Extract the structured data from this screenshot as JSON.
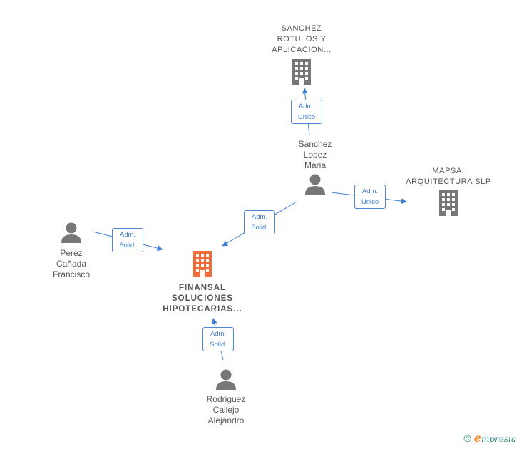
{
  "colors": {
    "edge": "#3f7fd0",
    "node_icon": "#777777",
    "main_icon": "#f26b3a",
    "text": "#555555",
    "brand": "#2a8a7a"
  },
  "nodes": {
    "sanchez_rotulos": {
      "name": "SANCHEZ\nROTULOS Y\nAPLICACION...",
      "type": "company"
    },
    "sanchez_lopez": {
      "name": "Sanchez\nLopez\nMaria",
      "type": "person"
    },
    "mapsai": {
      "name": "MAPSAI\nARQUITECTURA SLP",
      "type": "company"
    },
    "perez_canada": {
      "name": "Perez\nCañada\nFrancisco",
      "type": "person"
    },
    "finansal": {
      "name": "FINANSAL\nSOLUCIONES\nHIPOTECARIAS...",
      "type": "company-main"
    },
    "rodriguez_callejo": {
      "name": "Rodriguez\nCallejo\nAlejandro",
      "type": "person"
    }
  },
  "edges": {
    "e1": {
      "line1": "Adm.",
      "line2": "Unico"
    },
    "e2": {
      "line1": "Adm.",
      "line2": "Unico"
    },
    "e3": {
      "line1": "Adm.",
      "line2": "Solid."
    },
    "e4": {
      "line1": "Adm.",
      "line2": "Solid."
    },
    "e5": {
      "line1": "Adm.",
      "line2": "Solid."
    }
  },
  "footer": {
    "copyright": "©",
    "brand_initial": "e",
    "brand_rest": "mpresia"
  }
}
